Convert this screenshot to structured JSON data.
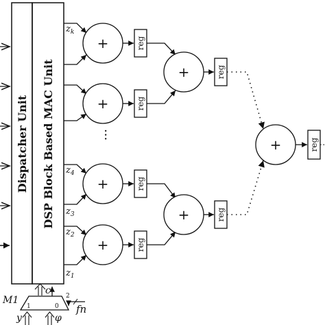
{
  "dispatcher_label": "Dispatcher Unit",
  "mac_label": "DSP Block Based MAC Unit",
  "z_labels": {
    "zk": "z",
    "zk_sub": "k",
    "z4": "z",
    "z4_sub": "4",
    "z3": "z",
    "z3_sub": "3",
    "z2": "z",
    "z2_sub": "2",
    "z1": "z",
    "z1_sub": "1"
  },
  "adder_symbol": "+",
  "reg_label": "reg",
  "mux": {
    "name": "M1",
    "control": "c",
    "input_1": "1",
    "input_0": "0",
    "sel_width": "2",
    "y": "y",
    "phi": "φ",
    "fn": "fn"
  },
  "ellipsis_dots": "···"
}
